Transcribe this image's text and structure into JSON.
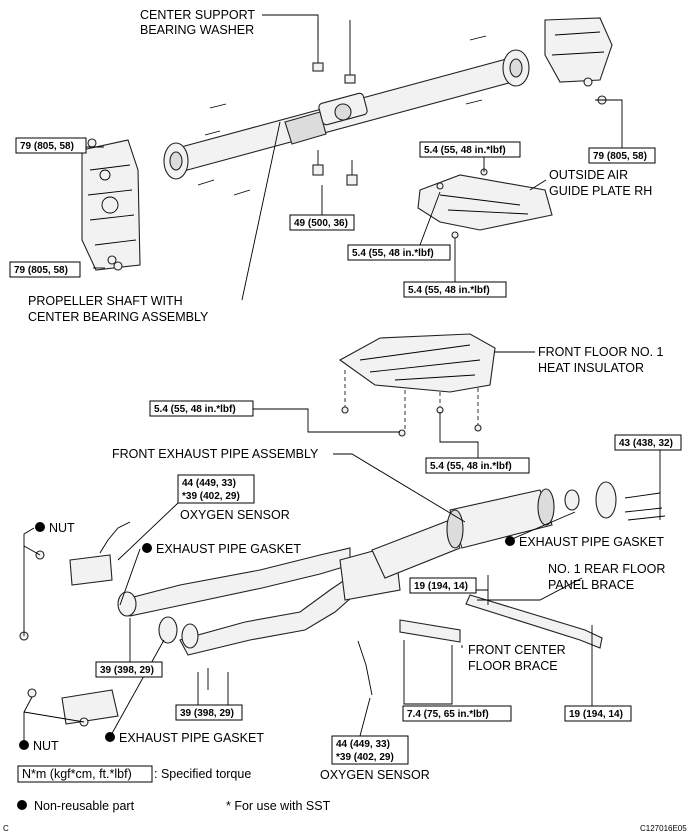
{
  "labels": {
    "center_support_washer_1": "CENTER SUPPORT",
    "center_support_washer_2": "BEARING WASHER",
    "propeller_shaft_1": "PROPELLER SHAFT WITH",
    "propeller_shaft_2": "CENTER BEARING ASSEMBLY",
    "outside_air_guide_1": "OUTSIDE AIR",
    "outside_air_guide_2": "GUIDE PLATE RH",
    "heat_insulator_1": "FRONT FLOOR NO. 1",
    "heat_insulator_2": "HEAT INSULATOR",
    "front_exhaust_pipe": "FRONT EXHAUST PIPE ASSEMBLY",
    "oxygen_sensor_upper": "OXYGEN SENSOR",
    "oxygen_sensor_lower": "OXYGEN SENSOR",
    "exhaust_gasket_mid": "EXHAUST PIPE GASKET",
    "exhaust_gasket_right": "EXHAUST PIPE GASKET",
    "exhaust_gasket_lower": "EXHAUST PIPE GASKET",
    "nut_upper": "NUT",
    "nut_lower": "NUT",
    "rear_brace_1": "NO. 1 REAR FLOOR",
    "rear_brace_2": "PANEL BRACE",
    "center_brace_1": "FRONT CENTER",
    "center_brace_2": "FLOOR BRACE"
  },
  "torques": {
    "t79_upper_left": "79 (805, 58)",
    "t79_right": "79 (805, 58)",
    "t79_lower_left": "79 (805, 58)",
    "t49": "49 (500, 36)",
    "t54_guide_top": "5.4 (55, 48 in.*lbf)",
    "t54_guide_mid": "5.4 (55, 48 in.*lbf)",
    "t54_guide_bottom": "5.4 (55, 48 in.*lbf)",
    "t54_insul_left": "5.4 (55, 48 in.*lbf)",
    "t54_insul_right": "5.4 (55, 48 in.*lbf)",
    "t43": "43 (438, 32)",
    "t44_upper_a": "44 (449, 33)",
    "t44_upper_b": "*39 (402, 29)",
    "t44_lower_a": "44 (449, 33)",
    "t44_lower_b": "*39 (402, 29)",
    "t19_top": "19 (194, 14)",
    "t19_bottom": "19 (194, 14)",
    "t39_left": "39 (398, 29)",
    "t39_mid": "39 (398, 29)",
    "t74": "7.4 (75, 65 in.*lbf)"
  },
  "legend": {
    "torque_box": "N*m (kgf*cm, ft.*lbf)",
    "torque_text": ": Specified torque",
    "non_reusable": "Non-reusable part",
    "sst_note": "* For use with SST"
  },
  "footer": {
    "corner_letter": "C",
    "figure_code": "C127016E05"
  }
}
